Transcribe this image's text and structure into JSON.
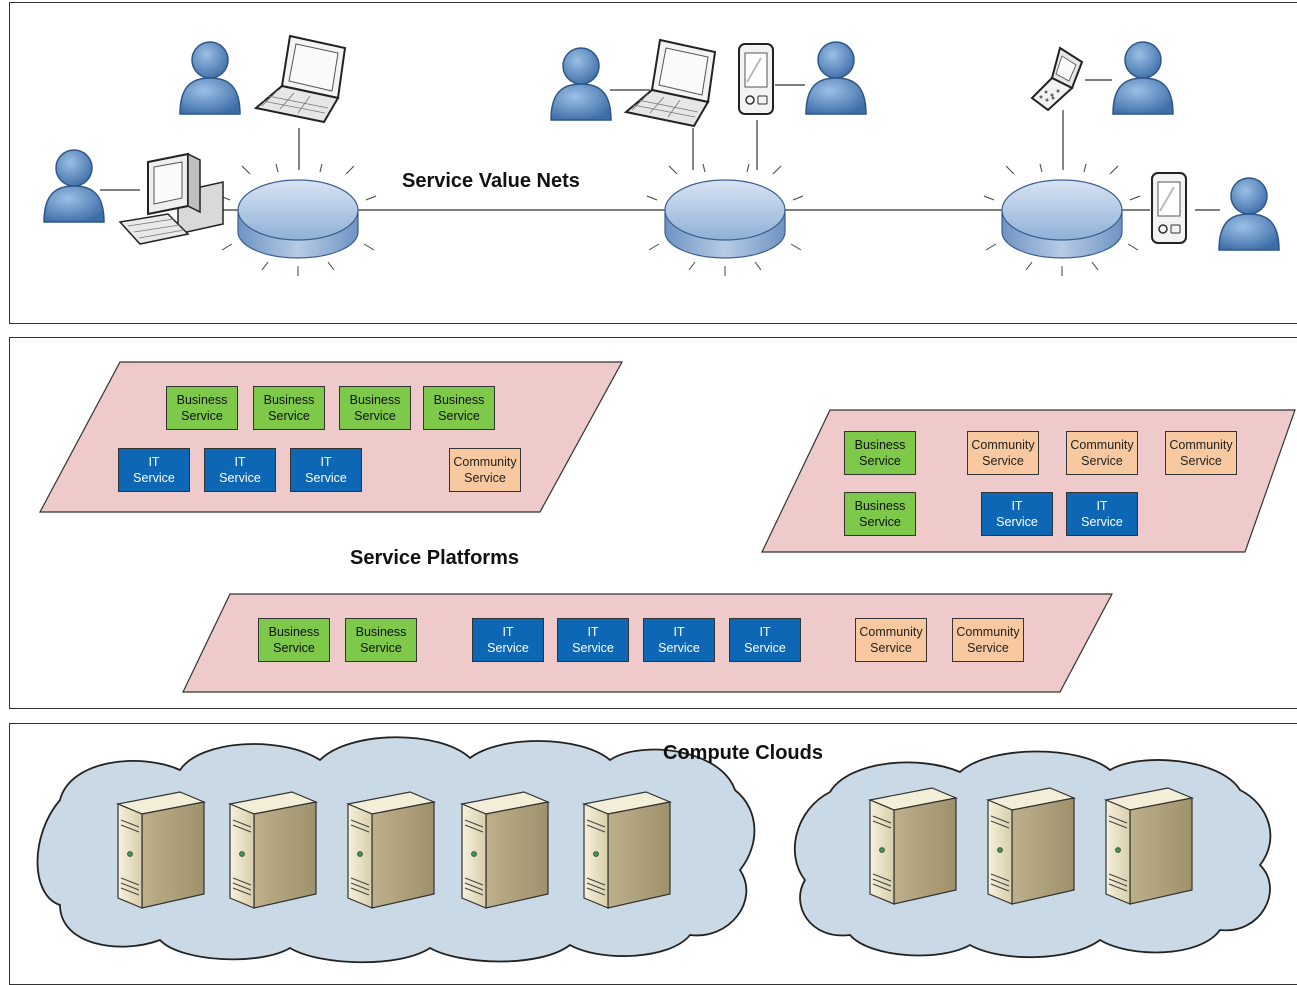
{
  "layers": {
    "value_nets": {
      "title": "Service Value Nets"
    },
    "platforms": {
      "title": "Service Platforms"
    },
    "clouds": {
      "title": "Compute Clouds"
    }
  },
  "labels": {
    "business": [
      "Business",
      "Service"
    ],
    "it": [
      "IT",
      "Service"
    ],
    "community": [
      "Community",
      "Service"
    ]
  },
  "platforms": [
    {
      "rows": [
        [
          "business",
          "business",
          "business",
          "business"
        ],
        [
          "it",
          "it",
          "it",
          "community"
        ]
      ]
    },
    {
      "rows": [
        [
          "business",
          "community",
          "community",
          "community"
        ],
        [
          "business",
          "it",
          "it"
        ]
      ]
    },
    {
      "rows": [
        [
          "business",
          "business",
          "it",
          "it",
          "it",
          "it",
          "community",
          "community"
        ]
      ]
    }
  ],
  "clouds": [
    {
      "servers": 5
    },
    {
      "servers": 3
    }
  ],
  "colors": {
    "business": "#7ec84a",
    "it": "#0d67b4",
    "community": "#f8c9a1",
    "platform_fill": "#efcaca",
    "cloud_fill": "#c9d9e6",
    "router_fill": "#9dbadd",
    "person_fill": "#5688bd"
  }
}
